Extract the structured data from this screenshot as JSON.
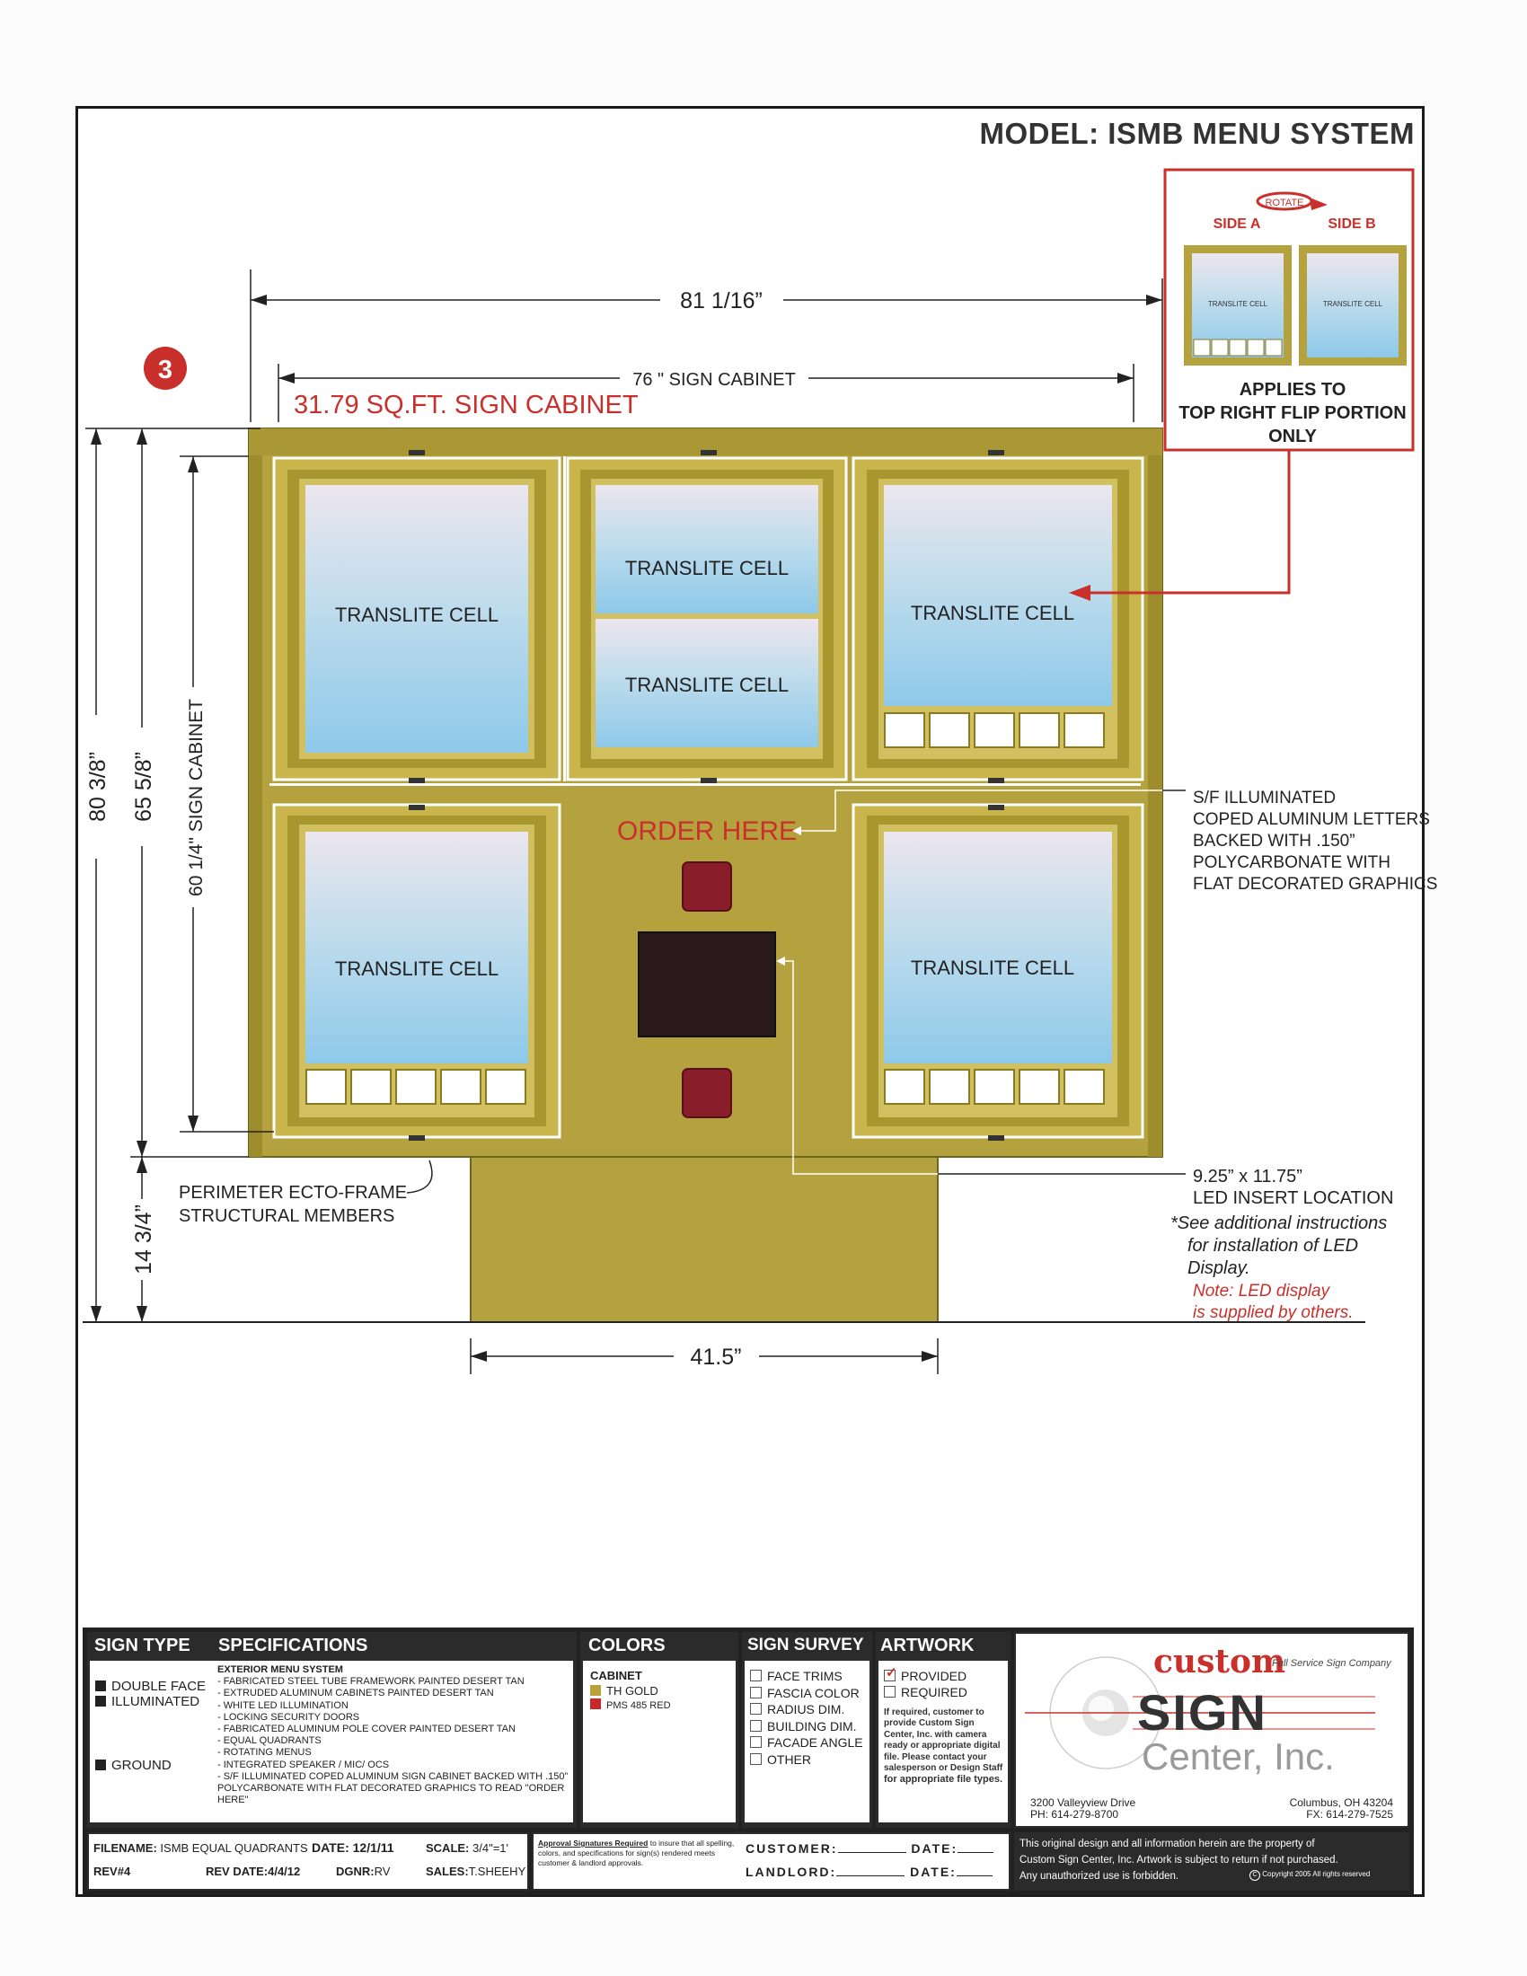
{
  "model_title": "MODEL: ISMB MENU SYSTEM",
  "badge_number": "3",
  "area_label": "31.79 SQ.FT. SIGN CABINET",
  "dims": {
    "overall_width": "81 1/16”",
    "cabinet_width": "76 \" SIGN CABINET",
    "overall_height": "80  3/8”",
    "total_cabinet_height": "65 5/8”",
    "cabinet_height": "60 1/4\" SIGN CABINET",
    "pole_height": "14 3/4”",
    "pole_width": "41.5”"
  },
  "cells": {
    "label": "TRANSLITE CELL"
  },
  "order_here": "ORDER HERE",
  "rotate_inset": {
    "rotate_label": "ROTATE",
    "side_a": "SIDE A",
    "side_b": "SIDE B",
    "mini_cell_label": "TRANSLITE CELL",
    "applies_line1": "APPLIES TO",
    "applies_line2": "TOP RIGHT FLIP PORTION",
    "applies_line3": "ONLY"
  },
  "notes": {
    "letters": [
      "S/F ILLUMINATED",
      "COPED ALUMINUM LETTERS",
      "BACKED WITH .150”",
      "POLYCARBONATE WITH",
      "FLAT DECORATED GRAPHICS"
    ],
    "led_size": "9.25” x 11.75”",
    "led_location": "LED INSERT LOCATION",
    "led_instructions": [
      "*See additional instructions",
      "for installation of LED",
      "Display."
    ],
    "led_supplied": [
      "Note: LED display",
      "is supplied by others."
    ],
    "frame_members": [
      "PERIMETER ECTO-FRAME",
      "STRUCTURAL MEMBERS"
    ]
  },
  "title_block": {
    "headers": {
      "sign_type": "SIGN TYPE",
      "specifications": "SPECIFICATIONS",
      "colors": "COLORS",
      "sign_survey": "SIGN SURVEY",
      "artwork": "ARTWORK"
    },
    "sign_type_items": [
      "DOUBLE FACE",
      "ILLUMINATED",
      "GROUND"
    ],
    "spec_title": "EXTERIOR MENU SYSTEM",
    "spec_items": [
      "- FABRICATED STEEL TUBE FRAMEWORK PAINTED DESERT TAN",
      "- EXTRUDED ALUMINUM CABINETS PAINTED DESERT TAN",
      "- WHITE LED ILLUMINATION",
      "- LOCKING SECURITY DOORS",
      "- FABRICATED ALUMINUM POLE COVER PAINTED DESERT TAN",
      "- EQUAL QUADRANTS",
      "- ROTATING MENUS",
      "- INTEGRATED SPEAKER / MIC/ OCS",
      "- S/F ILLUMINATED COPED ALUMINUM SIGN CABINET BACKED WITH .150”",
      "POLYCARBONATE WITH FLAT DECORATED GRAPHICS TO READ \"ORDER HERE\""
    ],
    "colors_title": "CABINET",
    "color_items": [
      {
        "name": "TH GOLD",
        "hex": "#b8a23a"
      },
      {
        "name": "PMS 485 RED",
        "hex": "#c8282a"
      }
    ],
    "survey_items": [
      "FACE TRIMS",
      "FASCIA COLOR",
      "RADIUS DIM.",
      "BUILDING DIM.",
      "FACADE ANGLE",
      "OTHER"
    ],
    "artwork_items": [
      {
        "label": "PROVIDED",
        "checked": true
      },
      {
        "label": "REQUIRED",
        "checked": false
      }
    ],
    "artwork_note": [
      "If required, customer to",
      "provide Custom Sign",
      "Center, Inc. with camera",
      "ready or appropriate digital",
      "file. Please contact your",
      "salesperson or Design Staff",
      "for appropriate file types."
    ],
    "company": {
      "script": "custom",
      "tagline": "Full Service Sign Company",
      "sign": "SIGN",
      "center": "Center, Inc.",
      "address": "3200 Valleyview Drive",
      "phone": "PH: 614-279-8700",
      "city": "Columbus, OH 43204",
      "fax": "FX: 614-279-7525"
    },
    "file_info": {
      "filename_label": "FILENAME:",
      "filename": "ISMB EQUAL QUADRANTS",
      "date_label": "DATE:",
      "date": "12/1/11",
      "scale_label": "SCALE:",
      "scale": "3/4\"=1'",
      "rev_label": "REV#4",
      "rev_date_label": "REV DATE:",
      "rev_date": "4/4/12",
      "dgnr_label": "DGNR:",
      "dgnr": "RV",
      "sales_label": "SALES:",
      "sales": "T.SHEEHY"
    },
    "approval": {
      "bold": "Approval Signatures Required",
      "text": " to insure that all spelling, colors, and specifications for sign(s) rendered meets customer & landlord approvals.",
      "customer": "CUSTOMER:",
      "landlord": "LANDLORD:",
      "date": "DATE:"
    },
    "property_notice": [
      "This original design and all information herein are the property of",
      "Custom Sign Center, Inc. Artwork is subject to return if not purchased.",
      "Any unauthorized use is forbidden."
    ],
    "copyright": "Copyright 2005  All rights reserved"
  }
}
